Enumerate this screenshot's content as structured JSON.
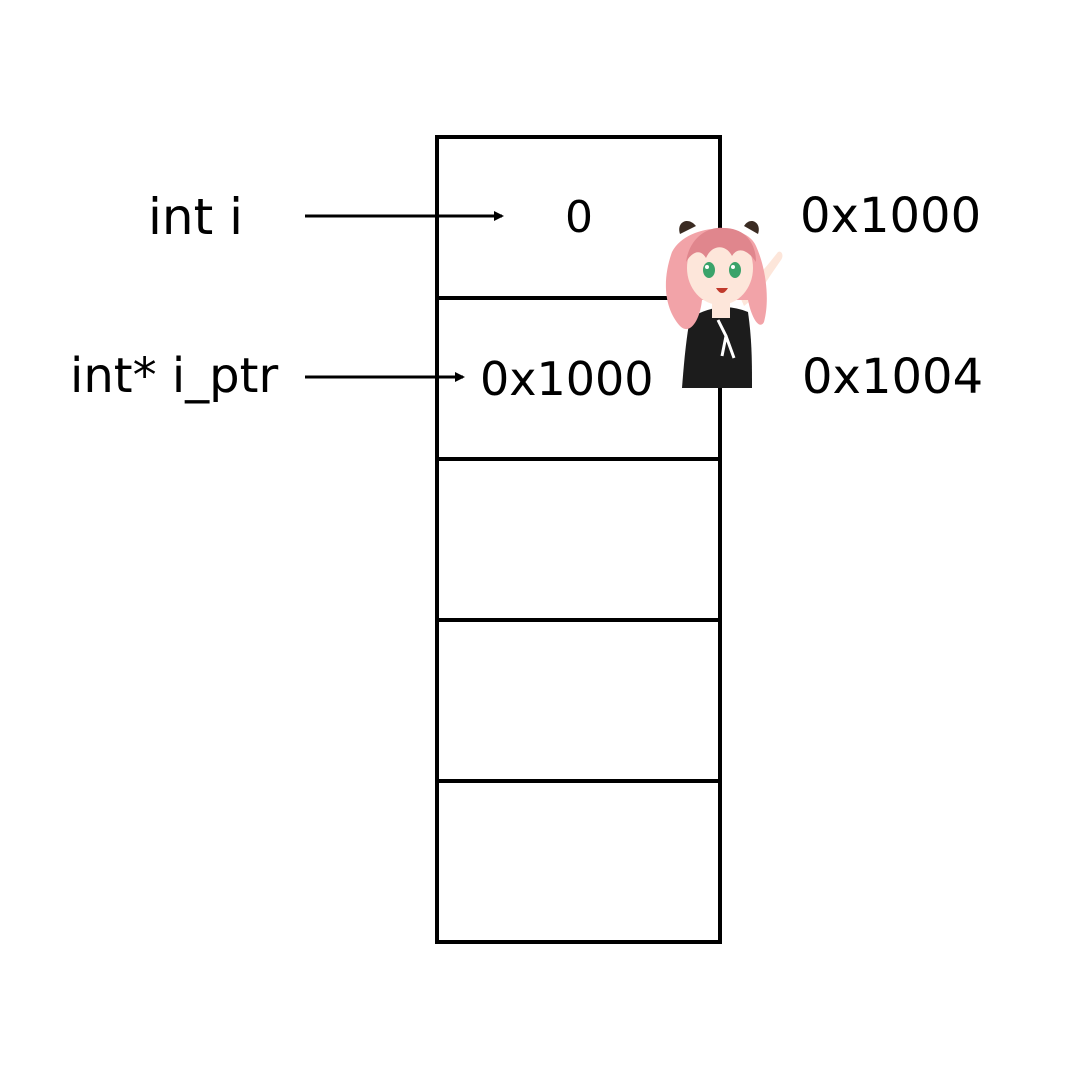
{
  "colors": {
    "ink": "#000000",
    "background": "#ffffff",
    "hair": "#f2a3a8",
    "hair_shadow": "#e0868d",
    "skin": "#fde6da",
    "dress": "#1c1c1c",
    "eyes": "#3aa36a",
    "hair_ornament": "#3a2b22"
  },
  "variables": [
    {
      "name": "int i",
      "value": "0",
      "address": "0x1000"
    },
    {
      "name": "int*  i_ptr",
      "value": "0x1000",
      "address": "0x1004"
    }
  ],
  "memory": {
    "cell_count": 5
  },
  "decoration": {
    "icon": "anime-girl-pointing-icon"
  }
}
